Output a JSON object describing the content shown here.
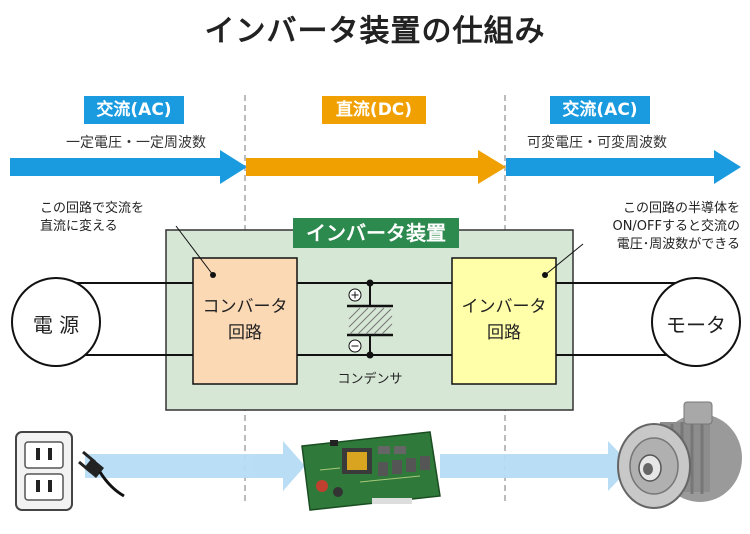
{
  "title": "インバータ装置の仕組み",
  "stages": [
    {
      "label": "交流(AC)",
      "sub": "一定電圧・一定周波数",
      "color": "#1a9be0"
    },
    {
      "label": "直流(DC)",
      "sub": "",
      "color": "#f0a000"
    },
    {
      "label": "交流(AC)",
      "sub": "可変電圧・可変周波数",
      "color": "#1a9be0"
    }
  ],
  "device": {
    "title": "インバータ装置",
    "box_color": "#d6e7d6",
    "header_color": "#2d8a4e"
  },
  "notes": {
    "left": [
      "この回路で交流を",
      "直流に変える"
    ],
    "right": [
      "この回路の半導体を",
      "ON/OFFすると交流の",
      "電圧･周波数ができる"
    ]
  },
  "blocks": {
    "converter": {
      "line1": "コンバータ",
      "line2": "回路",
      "color": "#fbd9b5"
    },
    "inverter": {
      "line1": "インバータ",
      "line2": "回路",
      "color": "#ffffaa"
    },
    "capacitor": "コンデンサ"
  },
  "endpoints": {
    "power": "電 源",
    "motor": "モータ"
  },
  "icons": {
    "outlet": "outlet-icon",
    "plug": "plug-icon",
    "board": "circuit-board-icon",
    "motor": "motor-icon"
  }
}
